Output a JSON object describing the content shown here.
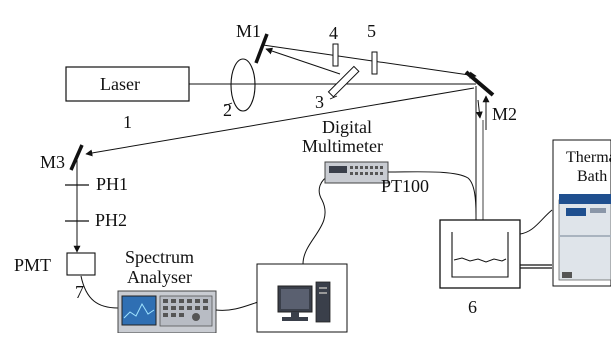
{
  "labels": {
    "laser": "Laser",
    "n1": "1",
    "n2": "2",
    "n3": "3",
    "n4": "4",
    "n5": "5",
    "n6": "6",
    "n7": "7",
    "m1": "M1",
    "m2": "M2",
    "m3": "M3",
    "ph1": "PH1",
    "ph2": "PH2",
    "pmt": "PMT",
    "pt100": "PT100",
    "digital": "Digital",
    "multimeter": "Multimeter",
    "spectrum": "Spectrum",
    "analyser": "Analyser",
    "thermal": "Thermal",
    "bath": "Bath"
  },
  "colors": {
    "stroke": "#111111",
    "instrument_dark": "#3a3f4a",
    "instrument_light": "#c9ccd2",
    "screen_blue": "#2f6fb3",
    "bath_body": "#dfe4ea",
    "bath_top": "#1f4f8f"
  }
}
